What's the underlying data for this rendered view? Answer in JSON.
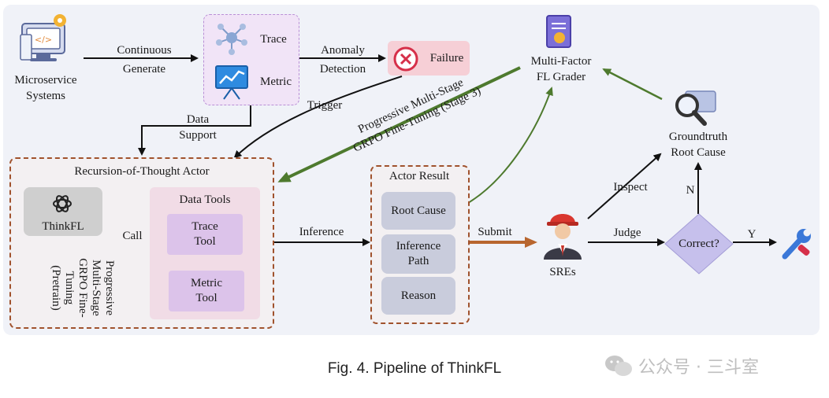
{
  "nodes": {
    "microservice": "Microservice\nSystems",
    "trace": "Trace",
    "metric": "Metric",
    "failure": "Failure",
    "grader": "Multi-Factor\nFL Grader",
    "groundtruth": "Groundtruth\nRoot Cause",
    "actor_title": "Recursion-of-Thought Actor",
    "thinkfl": "ThinkFL",
    "data_tools_title": "Data Tools",
    "trace_tool": "Trace\nTool",
    "metric_tool": "Metric\nTool",
    "actor_result_title": "Actor Result",
    "root_cause": "Root Cause",
    "inference_path": "Inference\nPath",
    "reason": "Reason",
    "sres": "SREs",
    "correct": "Correct?"
  },
  "edges": {
    "continuous_generate": "Continuous\nGenerate",
    "anomaly_detection": "Anomaly\nDetection",
    "trigger": "Trigger",
    "data_support": "Data\nSupport",
    "stage3": "Progressive Multi-Stage\nGRPO Fine-Tuning (Stage 3)",
    "call": "Call",
    "pretrain": "Progressive\nMulti-Stage\nGRPO Fine-\nTuning\n(Pretrain)",
    "inference": "Inference",
    "submit": "Submit",
    "inspect": "Inspect",
    "judge": "Judge",
    "n": "N",
    "y": "Y"
  },
  "caption": "Fig. 4.  Pipeline of ThinkFL",
  "watermark": "公众号 · 三斗室",
  "colors": {
    "panel_bg": "#f0f2f8",
    "dashed_brown": "#a0522d",
    "green_arrow": "#4e7a2e",
    "submit_arrow": "#b8662f",
    "purple_box": "#dcc3ea",
    "blue_box": "#c9ccdc",
    "diamond": "#c6c0ec",
    "failure_bg": "#f6cfd6"
  },
  "icons": [
    "computer-icon",
    "network-icon",
    "chart-board-icon",
    "x-circle-icon",
    "certificate-icon",
    "magnifier-icon",
    "openai-logo-icon",
    "engineer-icon",
    "wrench-icon",
    "wechat-icon"
  ]
}
